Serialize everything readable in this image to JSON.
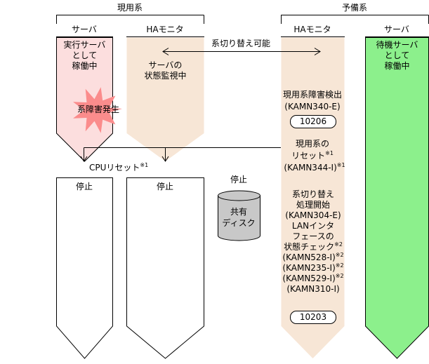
{
  "headers": {
    "active_system": "現用系",
    "standby_system": "予備系",
    "server_left": "サーバ",
    "ha_monitor_left": "HAモニタ",
    "ha_monitor_right": "HAモニタ",
    "server_right": "サーバ"
  },
  "active_server": {
    "lines": [
      "実行サーバ",
      "として",
      "稼働中"
    ]
  },
  "active_monitor": {
    "lines": [
      "サーバの",
      "状態監視中"
    ]
  },
  "switchable": "系切り替え可能",
  "failure_burst": "系障害発生",
  "standby_server": {
    "lines": [
      "待機サーバ",
      "として",
      "稼働中"
    ]
  },
  "detect": {
    "label": "現用系障害検出",
    "code": "(KAMN340-E)",
    "box": "10206"
  },
  "reset": {
    "line1": "現用系の",
    "line2": "リセット",
    "mark1": "※1",
    "code": "(KAMN344-I)",
    "mark2": "※1"
  },
  "cpu_reset": {
    "label": "CPUリセット",
    "mark": "※1"
  },
  "stopped_server": "停止",
  "stopped_monitor": "停止",
  "disk": {
    "status": "停止",
    "label_line1": "共有",
    "label_line2": "ディスク"
  },
  "switch_process": {
    "lines": [
      "系切り替え",
      "処理開始",
      "(KAMN304-E)",
      "LANインタ",
      "フェースの"
    ],
    "state_check": "状態チェック",
    "state_mark": "※2",
    "msg1": "(KAMN528-I)",
    "msg1_mark": "※2",
    "msg2": "(KAMN235-I)",
    "msg2_mark": "※2",
    "msg3": "(KAMN529-I)",
    "msg3_mark": "※2",
    "msg4": "(KAMN310-I)",
    "box": "10203"
  },
  "colors": {
    "active_server_fill": "#fcdede",
    "monitor_fill": "#f7e6d6",
    "standby_server_fill": "#8cf08c",
    "burst_fill": "#fb8c8c",
    "disk_fill": "#c8c8c8"
  }
}
